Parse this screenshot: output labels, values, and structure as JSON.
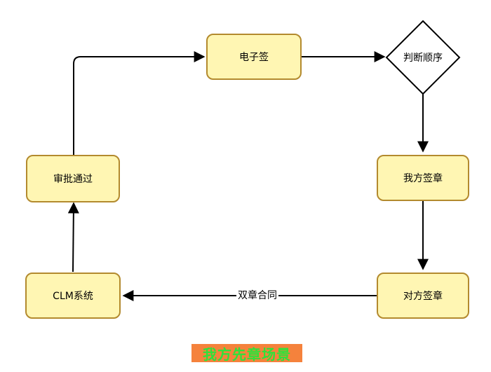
{
  "nodes": {
    "esign": "电子签",
    "judge_order": "判断顺序",
    "our_seal": "我方签章",
    "their_seal": "对方签章",
    "clm_system": "CLM系统",
    "approved": "审批通过"
  },
  "edges": {
    "double_seal_contract": "双章合同"
  },
  "caption": "我方先章场景",
  "colors": {
    "node_fill": "#fff6b3",
    "node_border": "#b38a2e",
    "caption_bg": "#f5823c",
    "caption_text": "#2ee23a"
  }
}
